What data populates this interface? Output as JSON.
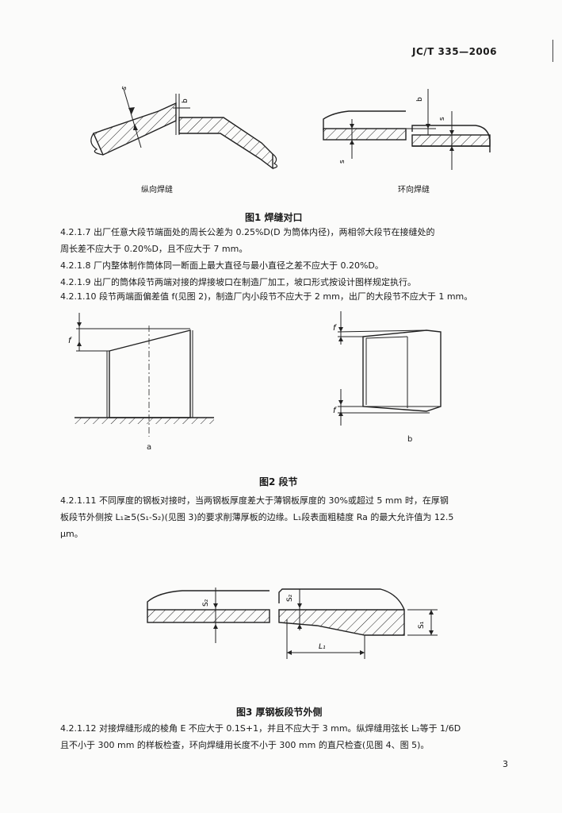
{
  "header": {
    "code": "JC/T 335—2006"
  },
  "fig1": {
    "left_label": "纵向焊缝",
    "right_label": "环向焊缝",
    "caption": "图1  焊缝对口",
    "marks": {
      "s": "s",
      "b": "b"
    }
  },
  "paragraphs": {
    "p_4217": [
      "4.2.1.7  出厂任意大段节端面处的周长公差为 0.25%D(D 为筒体内径)，两相邻大段节在接缝处的",
      "周长差不应大于 0.20%D，且不应大于 7 mm。"
    ],
    "p_4218": "4.2.1.8  厂内整体制作筒体同一断面上最大直径与最小直径之差不应大于 0.20%D。",
    "p_4219": "4.2.1.9  出厂的筒体段节两端对接的焊接坡口在制造厂加工，坡口形式按设计图样规定执行。",
    "p_42110": "4.2.1.10  段节两端面偏差值 f(见图 2)，制造厂内小段节不应大于 2 mm，出厂的大段节不应大于 1 mm。",
    "p_42111": [
      "4.2.1.11  不同厚度的钢板对接时，当两钢板厚度差大于薄钢板厚度的 30%或超过 5 mm 时，在厚钢",
      "板段节外侧按 L₁≥5(S₁-S₂)(见图 3)的要求削薄厚板的边缘。L₁段表面粗糙度 Ra 的最大允许值为 12.5",
      "μm。"
    ],
    "p_42112": [
      "4.2.1.12  对接焊缝形成的棱角 E 不应大于 0.1S+1，并且不应大于 3 mm。纵焊缝用弦长 L₂等于 1/6D",
      "且不小于 300 mm 的样板检查，环向焊缝用长度不小于 300 mm 的直尺检查(见图 4、图 5)。"
    ]
  },
  "fig2": {
    "label_a": "a",
    "label_b": "b",
    "caption": "图2  段节",
    "marks": {
      "f": "f"
    }
  },
  "fig3": {
    "caption": "图3  厚钢板段节外侧",
    "marks": {
      "s1": "S₁",
      "s2": "S₂",
      "l1": "L₁"
    }
  },
  "page": {
    "number": "3"
  }
}
